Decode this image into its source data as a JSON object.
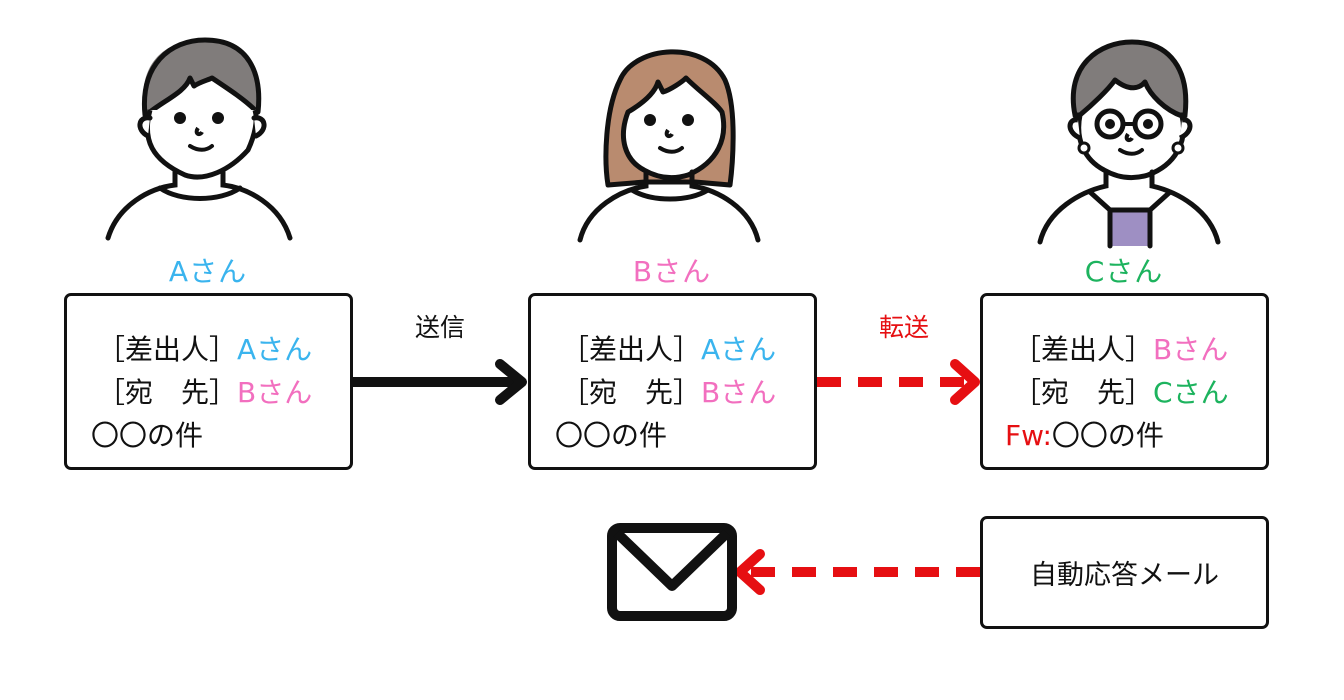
{
  "colors": {
    "a": "#3ab4ee",
    "b": "#f26fbf",
    "c": "#1db35e",
    "red": "#e60f12",
    "ink": "#111111",
    "hair_gray": "#807c7b",
    "hair_brown": "#b98b6f",
    "shirt_purple": "#9e8fc3"
  },
  "people": [
    {
      "id": "a",
      "name": "Aさん"
    },
    {
      "id": "b",
      "name": "Bさん"
    },
    {
      "id": "c",
      "name": "Cさん"
    }
  ],
  "mails": [
    {
      "from_label": "［差出人］",
      "from_value": "Aさん",
      "to_label": "［宛　先］",
      "to_value": "Bさん",
      "subject_prefix": "",
      "subject": "〇〇の件"
    },
    {
      "from_label": "［差出人］",
      "from_value": "Aさん",
      "to_label": "［宛　先］",
      "to_value": "Bさん",
      "subject_prefix": "",
      "subject": "〇〇の件"
    },
    {
      "from_label": "［差出人］",
      "from_value": "Bさん",
      "to_label": "［宛　先］",
      "to_value": "Cさん",
      "subject_prefix": "Fw:",
      "subject": "〇〇の件"
    }
  ],
  "arrows": {
    "send_label": "送信",
    "forward_label": "転送"
  },
  "auto_reply": {
    "label": "自動応答メール",
    "icon": "envelope-icon"
  }
}
